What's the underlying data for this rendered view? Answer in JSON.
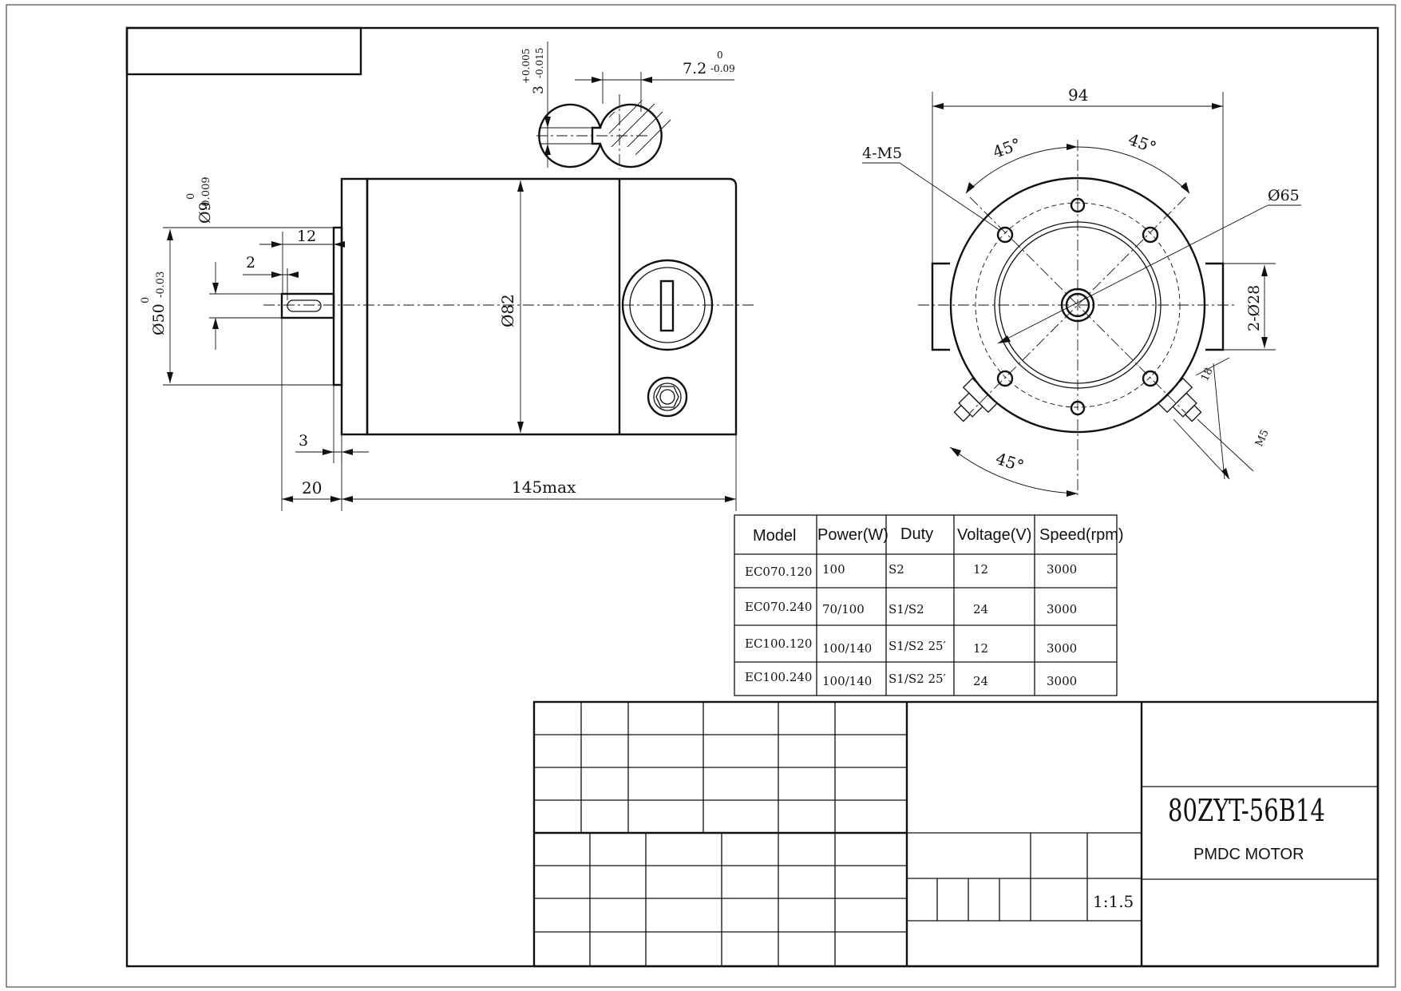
{
  "dimensions": {
    "key_width": "3",
    "key_width_tol_upper": "+0.005",
    "key_width_tol_lower": "-0.015",
    "key_depth": "7.2",
    "key_depth_tol_upper": "0",
    "key_depth_tol_lower": "-0.09",
    "shaft_dia": "Ø9",
    "shaft_dia_tol_upper": "0",
    "shaft_dia_tol_lower": "-0.009",
    "pilot_dia": "Ø50",
    "pilot_dia_tol_upper": "0",
    "pilot_dia_tol_lower": "-0.03",
    "key_length": "12",
    "key_offset": "2",
    "flange_thickness": "3",
    "shaft_length": "20",
    "body_length": "145max",
    "body_dia": "Ø82",
    "overall_width": "94",
    "bolt_circle": "Ø65",
    "mount_holes": "4-M5",
    "angle_a": "45°",
    "angle_b": "45°",
    "angle_c": "45°",
    "boss_dia": "2-Ø28",
    "terminal_offset": "18",
    "terminal_thread": "M5"
  },
  "spec_table": {
    "headers": [
      "Model",
      "Power(W)",
      "Duty",
      "Voltage(V)",
      "Speed(rpm)"
    ],
    "rows": [
      [
        "EC070.120",
        "100",
        "S2",
        "12",
        "3000"
      ],
      [
        "EC070.240",
        "70/100",
        "S1/S2",
        "24",
        "3000"
      ],
      [
        "EC100.120",
        "100/140",
        "S1/S2 25′",
        "12",
        "3000"
      ],
      [
        "EC100.240",
        "100/140",
        "S1/S2 25′",
        "24",
        "3000"
      ]
    ]
  },
  "title_block": {
    "drawing_number": "80ZYT-56B14",
    "title": "PMDC MOTOR",
    "scale": "1:1.5"
  }
}
